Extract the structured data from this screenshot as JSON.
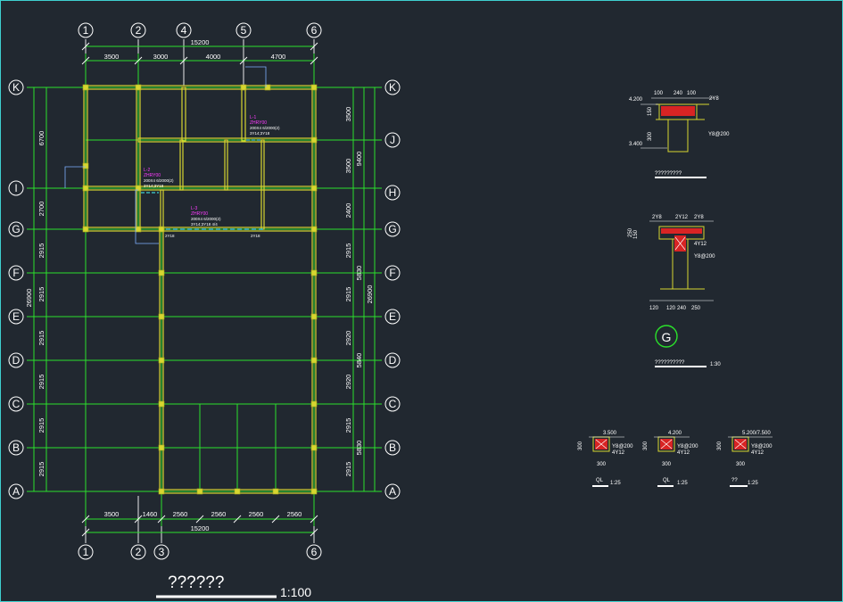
{
  "drawing": {
    "title": "??????",
    "scale": "1:100"
  },
  "axes": {
    "top": [
      "1",
      "2",
      "4",
      "5",
      "6"
    ],
    "bottom": [
      "1",
      "2",
      "3",
      "6"
    ],
    "rows": [
      "K",
      "J",
      "I",
      "H",
      "G",
      "F",
      "E",
      "D",
      "C",
      "B",
      "A"
    ]
  },
  "dimensions": {
    "top_total": "15200",
    "top_spans": [
      "3500",
      "3000",
      "4000",
      "4700"
    ],
    "bottom_total": "15200",
    "bottom_spans": [
      "3500",
      "1460",
      "2560",
      "2560",
      "2560",
      "2560"
    ],
    "left_spans": [
      "6700",
      "2700",
      "2915",
      "2915",
      "2915",
      "2915",
      "2915",
      "2915"
    ],
    "left_total": "26900",
    "right_inner": [
      "3500",
      "3500",
      "2400",
      "2915",
      "2915",
      "2920",
      "2920",
      "2915",
      "2915"
    ],
    "right_mid": [
      "9400",
      "5830",
      "5840",
      "5830"
    ],
    "right_total": "26900"
  },
  "annotations": [
    {
      "mark": "L-1",
      "lines": [
        "ZHRY00",
        "200X4 6/2000(2)",
        "3Y14;3Y18"
      ]
    },
    {
      "mark": "L-2",
      "lines": [
        "ZHRY00",
        "200X4 6/2000(2)",
        "3Y14;3Y18"
      ]
    },
    {
      "mark": "L-3",
      "lines": [
        "ZHRY00",
        "200X4 6/2000(2)",
        "3Y14;3Y18 4/4"
      ]
    }
  ],
  "small_labels": [
    "2Y18",
    "2Y18"
  ],
  "details": {
    "d1": {
      "dims": [
        "100",
        "240",
        "100",
        "2Y8"
      ],
      "levels": [
        "4.200",
        "3.400"
      ],
      "side": [
        "150",
        "300"
      ],
      "note": "Y8@200",
      "caption": "?????????"
    },
    "d2": {
      "dims": [
        "2Y8",
        "2Y12",
        "2Y8"
      ],
      "side": [
        "250",
        "150"
      ],
      "notes": [
        "4Y12",
        "Y8@200"
      ],
      "bottom": [
        "120",
        "120",
        "240",
        "250"
      ],
      "circle_label": "G",
      "caption": "??????????",
      "caption_scale": "1:30"
    },
    "sections": [
      {
        "level": "3.500",
        "bars": "4Y12",
        "stirrup": "Y8@200",
        "height": "300",
        "width": "300",
        "label": "QL",
        "scale": "1:25"
      },
      {
        "level": "4.200",
        "bars": "4Y12",
        "stirrup": "Y8@200",
        "height": "300",
        "width": "300",
        "label": "QL",
        "scale": "1:25"
      },
      {
        "level": "5.200/7.500",
        "bars": "4Y12",
        "stirrup": "Y8@200",
        "height": "300",
        "width": "300",
        "label": "??",
        "scale": "1:25"
      }
    ]
  }
}
